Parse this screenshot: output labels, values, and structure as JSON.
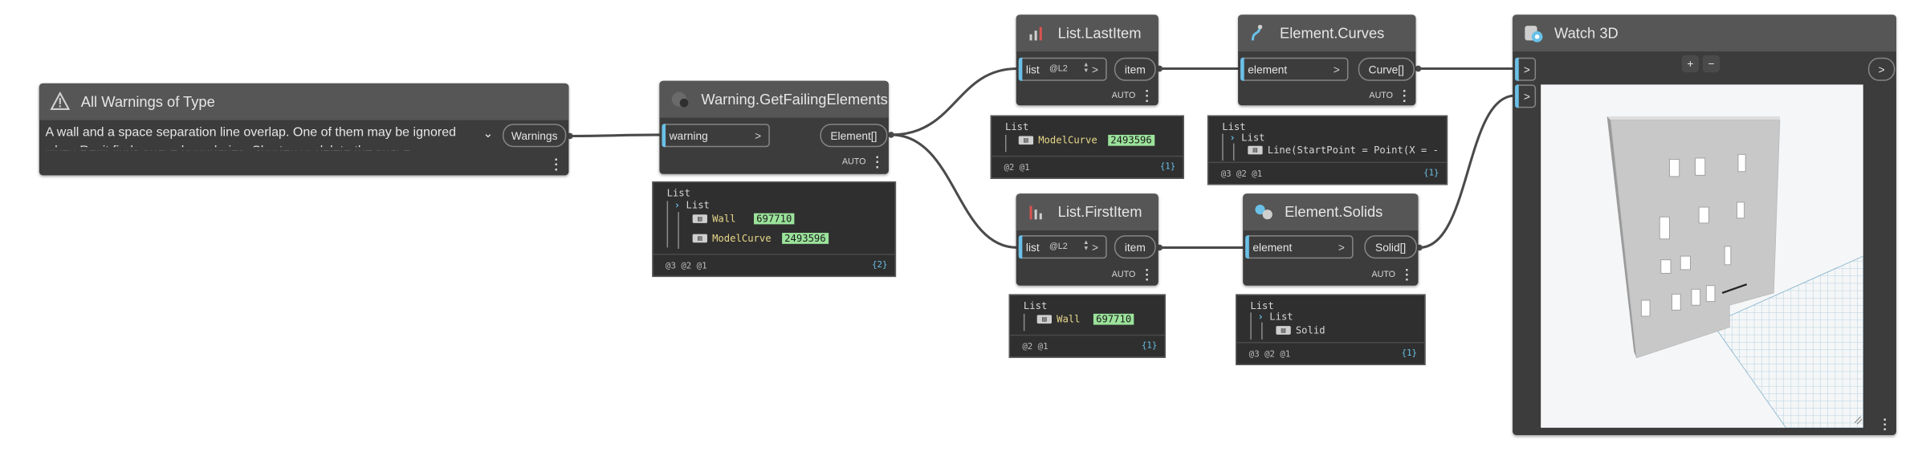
{
  "colors": {
    "node_body": "#3c3c3c",
    "node_header": "#565656",
    "port_accent": "#6ac0e7",
    "id_highlight": "#9be39b",
    "wire": "#4a4a4a",
    "type_text": "#e8d88a"
  },
  "nodes": {
    "all_warnings": {
      "title": "All Warnings of Type",
      "icon": "revit-warning-icon",
      "dropdown_text": "A wall and a space separation line overlap. One of them may be ignored when Revit finds space boundaries. Shorten or delete the space",
      "output": "Warnings"
    },
    "get_failing": {
      "title": "Warning.GetFailingElements",
      "icon": "warning-elements-icon",
      "input": "warning",
      "output": "Element[]",
      "lacing": "AUTO",
      "preview": {
        "root": "List",
        "sub": "List",
        "items": [
          {
            "type": "Wall",
            "id": "697710"
          },
          {
            "type": "ModelCurve",
            "id": "2493596"
          }
        ],
        "levels": "@3 @2 @1",
        "count": "{2}"
      }
    },
    "last_item": {
      "title": "List.LastItem",
      "icon": "list-icon",
      "input": "list",
      "level": "@L2",
      "output": "item",
      "lacing": "AUTO",
      "preview": {
        "root": "List",
        "items": [
          {
            "type": "ModelCurve",
            "id": "2493596"
          }
        ],
        "levels": "@2 @1",
        "count": "{1}"
      }
    },
    "first_item": {
      "title": "List.FirstItem",
      "icon": "list-icon",
      "input": "list",
      "level": "@L2",
      "output": "item",
      "lacing": "AUTO",
      "preview": {
        "root": "List",
        "items": [
          {
            "type": "Wall",
            "id": "697710"
          }
        ],
        "levels": "@2 @1",
        "count": "{1}"
      }
    },
    "curves": {
      "title": "Element.Curves",
      "icon": "curves-icon",
      "input": "element",
      "output": "Curve[]",
      "lacing": "AUTO",
      "preview": {
        "root": "List",
        "sub": "List",
        "line": "Line(StartPoint = Point(X = -",
        "levels": "@3 @2 @1",
        "count": "{1}"
      }
    },
    "solids": {
      "title": "Element.Solids",
      "icon": "solids-icon",
      "input": "element",
      "output": "Solid[]",
      "lacing": "AUTO",
      "preview": {
        "root": "List",
        "sub": "List",
        "line": "Solid",
        "levels": "@3 @2 @1",
        "count": "{1}"
      }
    },
    "watch3d": {
      "title": "Watch 3D",
      "icon": "watch-3d-icon",
      "zoom_in": "+",
      "zoom_out": "−"
    }
  }
}
